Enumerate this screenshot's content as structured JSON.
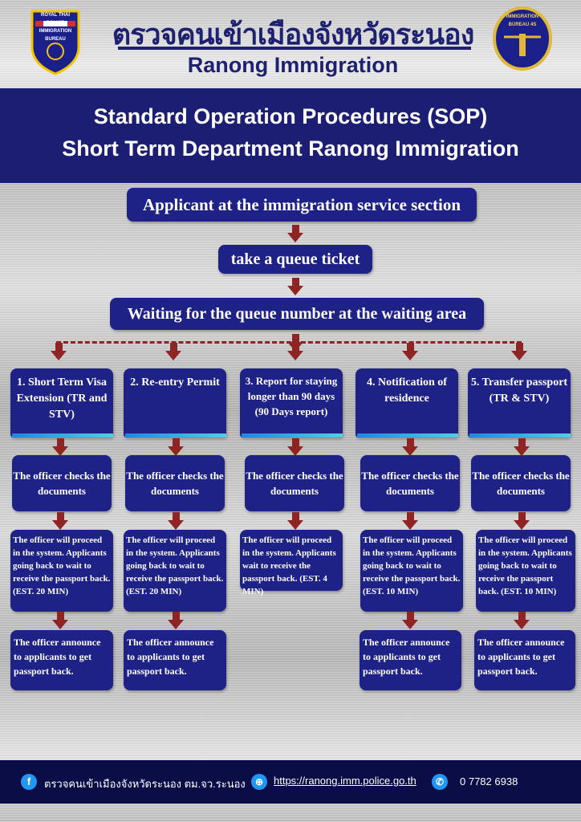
{
  "header": {
    "thai_title": "ตรวจคนเข้าเมืองจังหวัดระนอง",
    "english_title": "Ranong Immigration",
    "left_logo_text": "ROYAL THAI POLICE IMMIGRATION BUREAU",
    "right_logo_text": "IMMIGRATION BUREAU 4S"
  },
  "banner": {
    "line1": "Standard Operation Procedures (SOP)",
    "line2": "Short Term Department Ranong Immigration"
  },
  "flow": {
    "step1": "Applicant at the immigration service section",
    "step2": "take a queue ticket",
    "step3": "Waiting for the queue number at the waiting area"
  },
  "columns": [
    {
      "title": "1. Short Term Visa Extension (TR and STV)",
      "checks": "The officer checks the documents",
      "proceed": "The officer will proceed in the system. Applicants going back to wait  to receive the passport back. (EST. 20 MIN)",
      "announce": "The officer announce to applicants to get passport back."
    },
    {
      "title": "2. Re-entry Permit",
      "checks": "The officer checks the documents",
      "proceed": "The officer will proceed in the system. Applicants going back to wait  to receive  the passport back. (EST. 20 MIN)",
      "announce": "The officer announce to applicants to get passport back."
    },
    {
      "title": "3. Report for staying longer than 90 days (90 Days report)",
      "checks": "The officer checks the documents",
      "proceed": "The officer will proceed in the system. Applicants wait to receive the passport  back. (EST. 4 MIN)"
    },
    {
      "title": "4. Notification of residence",
      "checks": "The officer checks the documents",
      "proceed": "The officer will proceed in the system. Applicants going back to wait  to receive  the passport back. (EST. 10 MIN)",
      "announce": "The officer announce to applicants to get passport back."
    },
    {
      "title": "5. Transfer passport (TR & STV)",
      "checks": "The officer checks the documents",
      "proceed": "The officer will proceed in the system. Applicants going back to wait  to receive  the passport back. (EST. 10 MIN)",
      "announce": "The officer announce to applicants to get passport back."
    }
  ],
  "footer": {
    "facebook": "ตรวจคนเข้าเมืองจังหวัดระนอง ตม.จว.ระนอง",
    "website": "https://ranong.imm.police.go.th",
    "phone": "0 7782 6938"
  },
  "colors": {
    "navy": "#1e2185",
    "arrow": "#8e2424",
    "footer": "#0b0d47"
  }
}
